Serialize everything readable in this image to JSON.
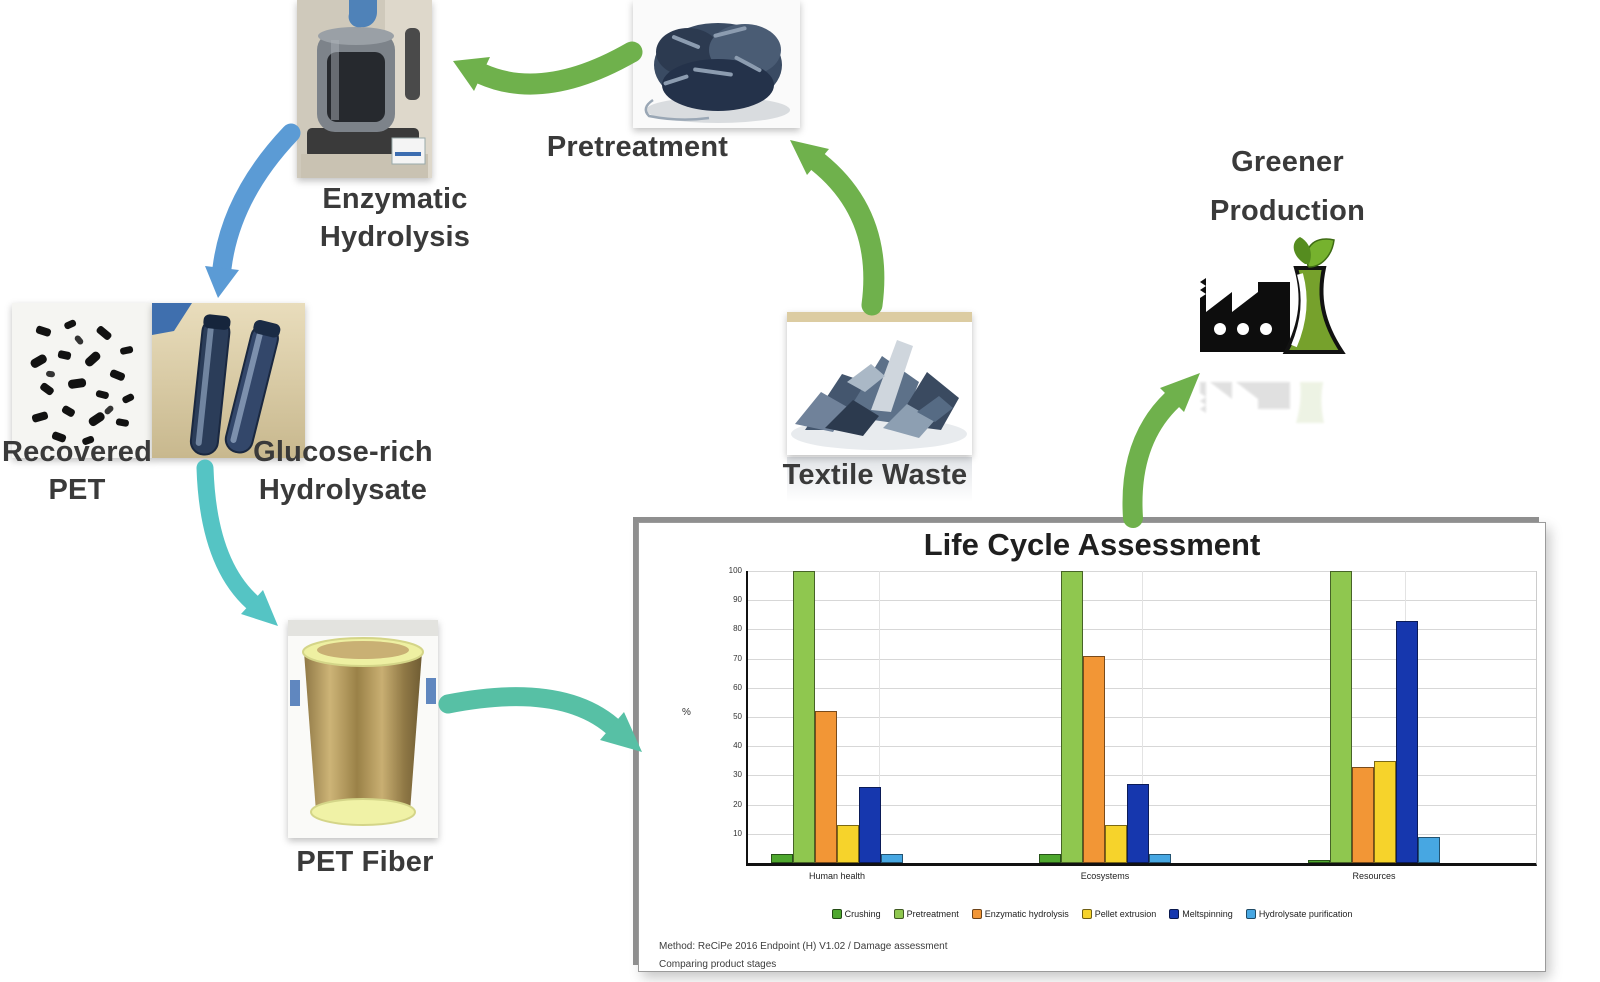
{
  "flow": {
    "enzymatic_hydrolysis": {
      "line1": "Enzymatic",
      "line2": "Hydrolysis"
    },
    "pretreatment": {
      "label": "Pretreatment"
    },
    "recovered_pet": {
      "line1": "Recovered",
      "line2": "PET"
    },
    "glucose_hydrolysate": {
      "line1": "Glucose-rich",
      "line2": "Hydrolysate"
    },
    "textile_waste": {
      "label": "Textile Waste"
    },
    "pet_fiber": {
      "label": "PET Fiber"
    },
    "greener_production": {
      "line1": "Greener",
      "line2": "Production"
    }
  },
  "colors": {
    "arrow_green": "#6fb14c",
    "arrow_blue": "#5b9bd5",
    "arrow_cyan": "#55c4c4",
    "arrow_teal": "#57c0a5"
  },
  "chart_data": {
    "type": "bar",
    "title": "Life Cycle Assessment",
    "ylabel": "%",
    "ylim": [
      0,
      100
    ],
    "yticks": [
      10,
      20,
      30,
      40,
      50,
      60,
      70,
      80,
      90,
      100
    ],
    "grid": true,
    "legend_position": "bottom",
    "categories": [
      "Human health",
      "Ecosystems",
      "Resources"
    ],
    "series": [
      {
        "name": "Crushing",
        "color": "#4ea72e",
        "values": [
          3,
          3,
          1
        ]
      },
      {
        "name": "Pretreatment",
        "color": "#8fc74f",
        "values": [
          100,
          100,
          100
        ]
      },
      {
        "name": "Enzymatic hydrolysis",
        "color": "#f29636",
        "values": [
          52,
          71,
          33
        ]
      },
      {
        "name": "Pellet extrusion",
        "color": "#f6d32b",
        "values": [
          13,
          13,
          35
        ]
      },
      {
        "name": "Meltspinning",
        "color": "#1637ae",
        "values": [
          26,
          27,
          83
        ]
      },
      {
        "name": "Hydrolysate purification",
        "color": "#47a7e2",
        "values": [
          3,
          3,
          9
        ]
      }
    ],
    "footer_line1": "Method: ReCiPe 2016 Endpoint (H) V1.02 / Damage assessment",
    "footer_line2": "Comparing product stages"
  }
}
